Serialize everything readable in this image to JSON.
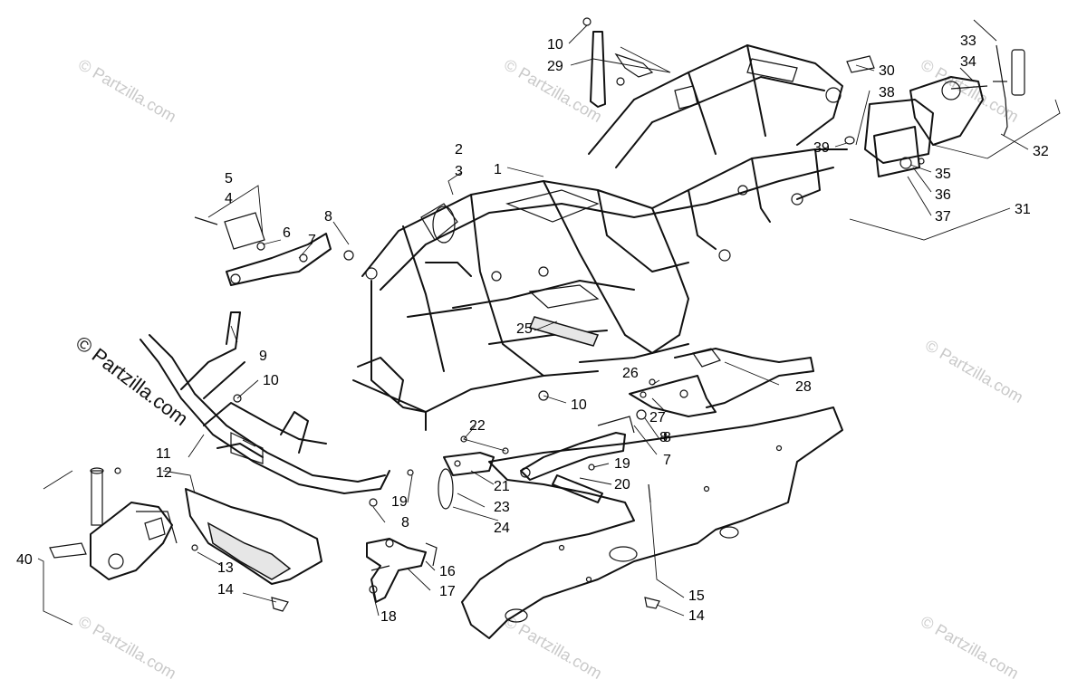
{
  "watermark": "© Partzilla.com",
  "copyright_label": "© Partzilla.com",
  "callouts": [
    "1",
    "2",
    "3",
    "4",
    "5",
    "6",
    "7",
    "7",
    "8",
    "8",
    "8",
    "8",
    "9",
    "10",
    "10",
    "10",
    "11",
    "12",
    "13",
    "14",
    "14",
    "15",
    "16",
    "17",
    "18",
    "19",
    "19",
    "20",
    "21",
    "22",
    "23",
    "24",
    "25",
    "26",
    "27",
    "28",
    "29",
    "30",
    "31",
    "32",
    "33",
    "34",
    "35",
    "36",
    "37",
    "38",
    "39",
    "40"
  ]
}
